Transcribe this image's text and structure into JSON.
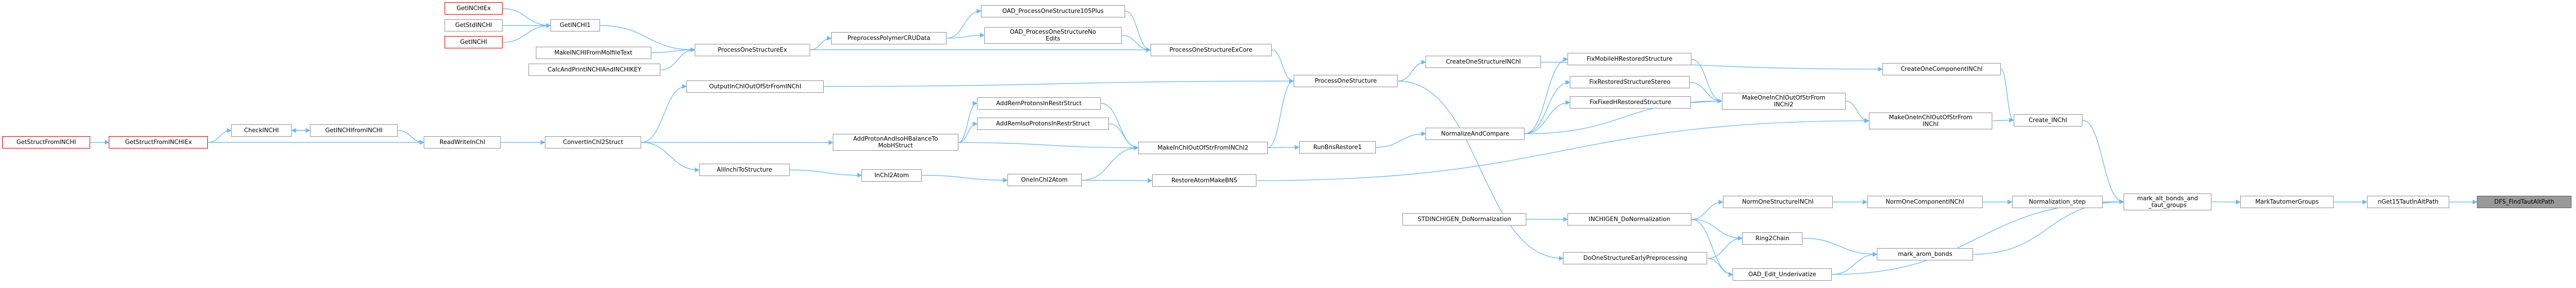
{
  "graph": {
    "nodes": [
      {
        "id": "GetINCHIEx",
        "label": "GetINCHIEx",
        "red": true
      },
      {
        "id": "GetStdINCHI",
        "label": "GetStdINCHI"
      },
      {
        "id": "GetINCHI",
        "label": "GetINCHI",
        "red": true
      },
      {
        "id": "GetINCHI1",
        "label": "GetINCHI1"
      },
      {
        "id": "MakeINCHIFromMolfileText",
        "label": "MakeINCHIFromMolfileText"
      },
      {
        "id": "CalcAndPrintINCHIAndINCHIKEY",
        "label": "CalcAndPrintINCHIAndINCHIKEY"
      },
      {
        "id": "ProcessOneStructureEx",
        "label": "ProcessOneStructureEx"
      },
      {
        "id": "PreprocessPolymerCRUData",
        "label": "PreprocessPolymerCRUData"
      },
      {
        "id": "OAD_ProcessOneStructure105Plus",
        "label": "OAD_ProcessOneStructure105Plus"
      },
      {
        "id": "OAD_ProcessOneStructureNoEdits",
        "label": "OAD_ProcessOneStructureNo\nEdits"
      },
      {
        "id": "ProcessOneStructureExCore",
        "label": "ProcessOneStructureExCore"
      },
      {
        "id": "ProcessOneStructure",
        "label": "ProcessOneStructure"
      },
      {
        "id": "CreateOneStructureINChI",
        "label": "CreateOneStructureINChI"
      },
      {
        "id": "CreateOneComponentINChI",
        "label": "CreateOneComponentINChI"
      },
      {
        "id": "GetStructFromINCHI",
        "label": "GetStructFromINCHI",
        "red": true
      },
      {
        "id": "GetStructFromINCHIEx",
        "label": "GetStructFromINCHIEx",
        "red": true
      },
      {
        "id": "CheckINCHI",
        "label": "CheckINCHI"
      },
      {
        "id": "GetINCHIfromINCHI",
        "label": "GetINCHIfromINCHI"
      },
      {
        "id": "ReadWriteInChI",
        "label": "ReadWriteInChI"
      },
      {
        "id": "ConvertInChI2Struct",
        "label": "ConvertInChI2Struct"
      },
      {
        "id": "OutputInChIOutOfStrFromINChI",
        "label": "OutputInChIOutOfStrFromINChI"
      },
      {
        "id": "AddProtonAndIsoHBalanceToMobHStruct",
        "label": "AddProtonAndIsoHBalanceTo\nMobHStruct"
      },
      {
        "id": "AddRemProtonsInRestrStruct",
        "label": "AddRemProtonsInRestrStruct"
      },
      {
        "id": "AddRemIsoProtonsInRestrStruct",
        "label": "AddRemIsoProtonsInRestrStruct"
      },
      {
        "id": "AllInchiToStructure",
        "label": "AllInchiToStructure"
      },
      {
        "id": "InChI2Atom",
        "label": "InChI2Atom"
      },
      {
        "id": "OneInChI2Atom",
        "label": "OneInChI2Atom"
      },
      {
        "id": "MakeInChIOutOfStrFromINChI2",
        "label": "MakeInChIOutOfStrFromINChI2"
      },
      {
        "id": "RunBnsRestore1",
        "label": "RunBnsRestore1"
      },
      {
        "id": "RestoreAtomMakeBNS",
        "label": "RestoreAtomMakeBNS"
      },
      {
        "id": "NormalizeAndCompare",
        "label": "NormalizeAndCompare"
      },
      {
        "id": "FixMobileHRestoredStructure",
        "label": "FixMobileHRestoredStructure"
      },
      {
        "id": "FixRestoredStructureStereo",
        "label": "FixRestoredStructureStereo"
      },
      {
        "id": "FixFixedHRestoredStructure",
        "label": "FixFixedHRestoredStructure"
      },
      {
        "id": "MakeOneInChIOutOfStrFromINChI2",
        "label": "MakeOneInChIOutOfStrFrom\nINChI2"
      },
      {
        "id": "MakeOneInChIOutOfStrFromINChI",
        "label": "MakeOneInChIOutOfStrFrom\nINChI"
      },
      {
        "id": "Create_INChI",
        "label": "Create_INChI"
      },
      {
        "id": "STDINCHIGEN_DoNormalization",
        "label": "STDINCHIGEN_DoNormalization"
      },
      {
        "id": "INCHIGEN_DoNormalization",
        "label": "INCHIGEN_DoNormalization"
      },
      {
        "id": "NormOneStructureINChI",
        "label": "NormOneStructureINChI"
      },
      {
        "id": "NormOneComponentINChI",
        "label": "NormOneComponentINChI"
      },
      {
        "id": "Normalization_step",
        "label": "Normalization_step"
      },
      {
        "id": "DoOneStructureEarlyPreprocessing",
        "label": "DoOneStructureEarlyPreprocessing"
      },
      {
        "id": "Ring2Chain",
        "label": "Ring2Chain"
      },
      {
        "id": "OAD_Edit_Underivatize",
        "label": "OAD_Edit_Underivatize"
      },
      {
        "id": "mark_arom_bonds",
        "label": "mark_arom_bonds"
      },
      {
        "id": "mark_alt_bonds_and_taut_groups",
        "label": "mark_alt_bonds_and\n_taut_groups"
      },
      {
        "id": "MarkTautomerGroups",
        "label": "MarkTautomerGroups"
      },
      {
        "id": "nGet15TautInAltPath",
        "label": "nGet15TautInAltPath"
      },
      {
        "id": "DFS_FindTautAltPath",
        "label": "DFS_FindTautAltPath",
        "focus": true
      }
    ],
    "edges": [
      [
        "GetINCHIEx",
        "GetINCHI1"
      ],
      [
        "GetStdINCHI",
        "GetINCHI1"
      ],
      [
        "GetINCHI",
        "GetINCHI1"
      ],
      [
        "GetINCHI1",
        "ProcessOneStructureEx"
      ],
      [
        "MakeINCHIFromMolfileText",
        "ProcessOneStructureEx"
      ],
      [
        "CalcAndPrintINCHIAndINCHIKEY",
        "ProcessOneStructureEx"
      ],
      [
        "ProcessOneStructureEx",
        "PreprocessPolymerCRUData"
      ],
      [
        "ProcessOneStructureEx",
        "ProcessOneStructureExCore"
      ],
      [
        "PreprocessPolymerCRUData",
        "OAD_ProcessOneStructure105Plus"
      ],
      [
        "PreprocessPolymerCRUData",
        "OAD_ProcessOneStructureNoEdits"
      ],
      [
        "OAD_ProcessOneStructure105Plus",
        "ProcessOneStructureExCore"
      ],
      [
        "OAD_ProcessOneStructureNoEdits",
        "ProcessOneStructureExCore"
      ],
      [
        "ProcessOneStructureExCore",
        "ProcessOneStructure"
      ],
      [
        "ProcessOneStructure",
        "CreateOneStructureINChI"
      ],
      [
        "CreateOneStructureINChI",
        "CreateOneComponentINChI"
      ],
      [
        "CreateOneComponentINChI",
        "Create_INChI"
      ],
      [
        "GetStructFromINCHI",
        "GetStructFromINCHIEx"
      ],
      [
        "GetStructFromINCHIEx",
        "CheckINCHI"
      ],
      [
        "CheckINCHI",
        "GetINCHIfromINCHI"
      ],
      [
        "GetINCHIfromINCHI",
        "CheckINCHI"
      ],
      [
        "GetStructFromINCHIEx",
        "ReadWriteInChI"
      ],
      [
        "GetINCHIfromINCHI",
        "ReadWriteInChI"
      ],
      [
        "ReadWriteInChI",
        "ConvertInChI2Struct"
      ],
      [
        "ConvertInChI2Struct",
        "OutputInChIOutOfStrFromINChI"
      ],
      [
        "ConvertInChI2Struct",
        "AddProtonAndIsoHBalanceToMobHStruct"
      ],
      [
        "ConvertInChI2Struct",
        "AllInchiToStructure"
      ],
      [
        "OutputInChIOutOfStrFromINChI",
        "ProcessOneStructure"
      ],
      [
        "AddProtonAndIsoHBalanceToMobHStruct",
        "AddRemProtonsInRestrStruct"
      ],
      [
        "AddProtonAndIsoHBalanceToMobHStruct",
        "AddRemIsoProtonsInRestrStruct"
      ],
      [
        "AddProtonAndIsoHBalanceToMobHStruct",
        "MakeInChIOutOfStrFromINChI2"
      ],
      [
        "AddRemProtonsInRestrStruct",
        "MakeInChIOutOfStrFromINChI2"
      ],
      [
        "AddRemIsoProtonsInRestrStruct",
        "MakeInChIOutOfStrFromINChI2"
      ],
      [
        "AllInchiToStructure",
        "InChI2Atom"
      ],
      [
        "InChI2Atom",
        "OneInChI2Atom"
      ],
      [
        "OneInChI2Atom",
        "MakeInChIOutOfStrFromINChI2"
      ],
      [
        "OneInChI2Atom",
        "RestoreAtomMakeBNS"
      ],
      [
        "MakeInChIOutOfStrFromINChI2",
        "ProcessOneStructure"
      ],
      [
        "MakeInChIOutOfStrFromINChI2",
        "RunBnsRestore1"
      ],
      [
        "RunBnsRestore1",
        "NormalizeAndCompare"
      ],
      [
        "RestoreAtomMakeBNS",
        "MakeOneInChIOutOfStrFromINChI"
      ],
      [
        "NormalizeAndCompare",
        "FixMobileHRestoredStructure"
      ],
      [
        "NormalizeAndCompare",
        "FixRestoredStructureStereo"
      ],
      [
        "NormalizeAndCompare",
        "FixFixedHRestoredStructure"
      ],
      [
        "NormalizeAndCompare",
        "MakeOneInChIOutOfStrFromINChI2"
      ],
      [
        "FixMobileHRestoredStructure",
        "MakeOneInChIOutOfStrFromINChI2"
      ],
      [
        "FixRestoredStructureStereo",
        "MakeOneInChIOutOfStrFromINChI2"
      ],
      [
        "FixFixedHRestoredStructure",
        "MakeOneInChIOutOfStrFromINChI2"
      ],
      [
        "MakeOneInChIOutOfStrFromINChI2",
        "MakeOneInChIOutOfStrFromINChI"
      ],
      [
        "MakeOneInChIOutOfStrFromINChI",
        "Create_INChI"
      ],
      [
        "ProcessOneStructure",
        "DoOneStructureEarlyPreprocessing"
      ],
      [
        "STDINCHIGEN_DoNormalization",
        "INCHIGEN_DoNormalization"
      ],
      [
        "INCHIGEN_DoNormalization",
        "NormOneStructureINChI"
      ],
      [
        "INCHIGEN_DoNormalization",
        "Ring2Chain"
      ],
      [
        "INCHIGEN_DoNormalization",
        "OAD_Edit_Underivatize"
      ],
      [
        "DoOneStructureEarlyPreprocessing",
        "Ring2Chain"
      ],
      [
        "DoOneStructureEarlyPreprocessing",
        "OAD_Edit_Underivatize"
      ],
      [
        "NormOneStructureINChI",
        "NormOneComponentINChI"
      ],
      [
        "NormOneComponentINChI",
        "Normalization_step"
      ],
      [
        "Normalization_step",
        "mark_alt_bonds_and_taut_groups"
      ],
      [
        "Create_INChI",
        "mark_alt_bonds_and_taut_groups"
      ],
      [
        "Ring2Chain",
        "mark_arom_bonds"
      ],
      [
        "OAD_Edit_Underivatize",
        "mark_arom_bonds"
      ],
      [
        "OAD_Edit_Underivatize",
        "mark_alt_bonds_and_taut_groups"
      ],
      [
        "mark_arom_bonds",
        "mark_alt_bonds_and_taut_groups"
      ],
      [
        "mark_alt_bonds_and_taut_groups",
        "MarkTautomerGroups"
      ],
      [
        "MarkTautomerGroups",
        "nGet15TautInAltPath"
      ],
      [
        "nGet15TautInAltPath",
        "DFS_FindTautAltPath"
      ]
    ],
    "colors": {
      "edge": "#63b8ff",
      "node_border": "#999999",
      "caller_border": "#ff0000",
      "focus_fill": "#999999"
    }
  }
}
